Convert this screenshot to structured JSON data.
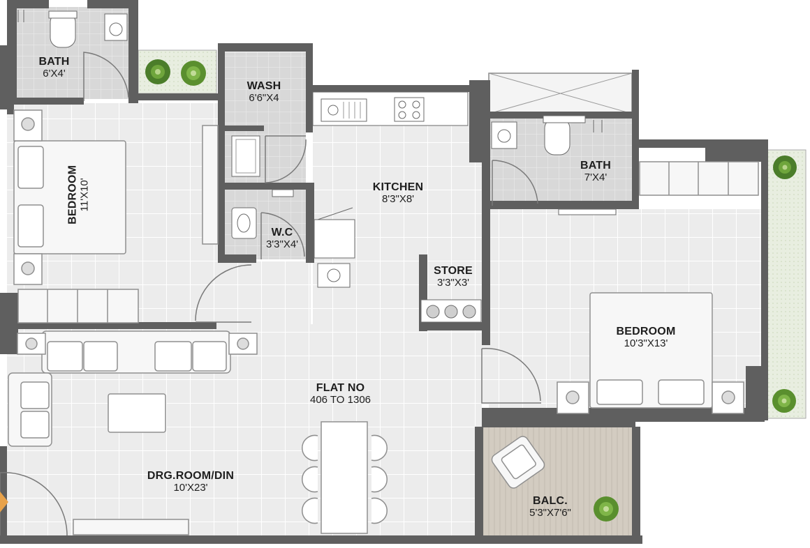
{
  "rooms": {
    "bath_top_left": {
      "name": "BATH",
      "size": "6'X4'"
    },
    "wash": {
      "name": "WASH",
      "size": "6'6\"X4"
    },
    "bedroom_left": {
      "name": "BEDROOM",
      "size": "11'X10'"
    },
    "kitchen": {
      "name": "KITCHEN",
      "size": "8'3\"X8'"
    },
    "wc": {
      "name": "W.C",
      "size": "3'3\"X4'"
    },
    "store": {
      "name": "STORE",
      "size": "3'3\"X3'"
    },
    "bath_right": {
      "name": "BATH",
      "size": "7'X4'"
    },
    "bedroom_right": {
      "name": "BEDROOM",
      "size": "10'3\"X13'"
    },
    "flat": {
      "name": "FLAT NO",
      "size": "406 TO 1306"
    },
    "drawing": {
      "name": "DRG.ROOM/DIN",
      "size": "10'X23'"
    },
    "balcony": {
      "name": "BALC.",
      "size": "5'3\"X7'6\""
    }
  },
  "colors": {
    "wall": "#5f5f5f",
    "floor_tile": "#ececec",
    "grout": "#ffffff",
    "wet_floor": "#d6d6d6",
    "balcony_deck": "#d2cbc0",
    "furniture": "#f7f7f7",
    "plant": "#5a8f2e",
    "sofa_line": "#9a9a9a"
  }
}
